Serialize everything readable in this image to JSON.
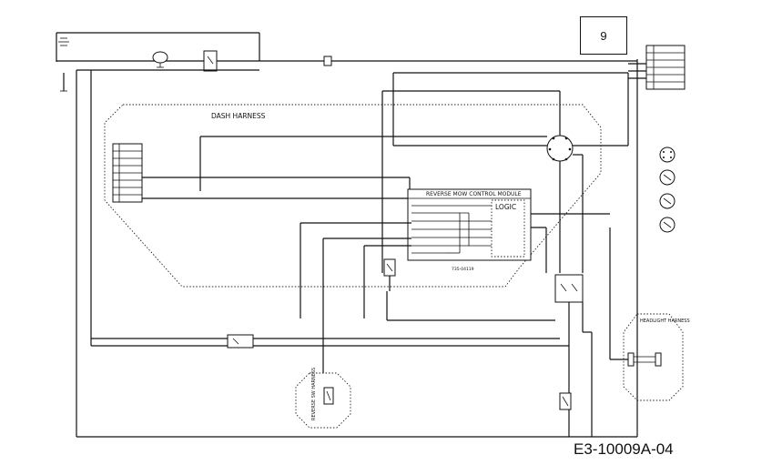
{
  "page_number": "9",
  "drawing_number": "E3-10009A-04",
  "harness_labels": {
    "dash": "DASH HARNESS",
    "reverse_sw": "REVERSE SW HARNESS",
    "headlight": "HEADLIGHT HARNESS"
  },
  "module": {
    "title": "REVERSE MOW CONTROL MODULE",
    "logic": "LOGIC",
    "part_number": "735-04119"
  }
}
